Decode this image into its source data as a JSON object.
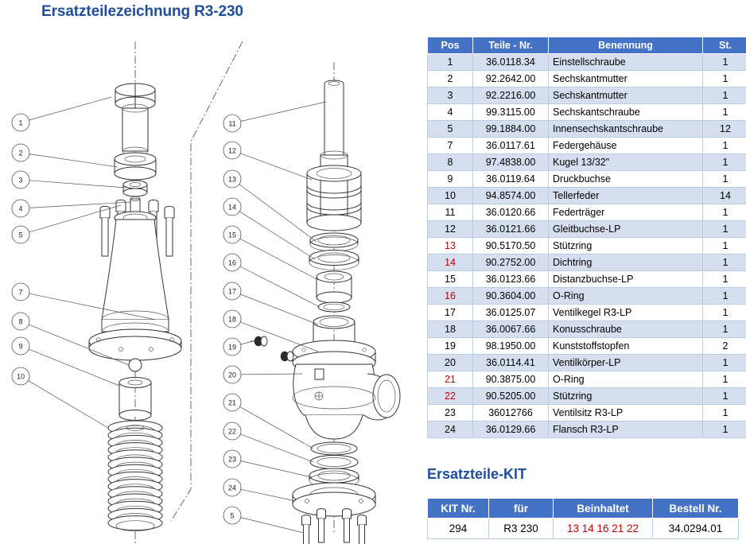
{
  "page": {
    "title": "Ersatzteilezeichnung R3-230"
  },
  "parts_table": {
    "headers": {
      "pos": "Pos",
      "teile_nr": "Teile - Nr.",
      "benennung": "Benennung",
      "stueck": "St."
    },
    "rows": [
      {
        "pos": "1",
        "teile_nr": "36.0118.34",
        "benennung": "Einstellschraube",
        "st": "1",
        "red": false
      },
      {
        "pos": "2",
        "teile_nr": "92.2642.00",
        "benennung": "Sechskantmutter",
        "st": "1",
        "red": false
      },
      {
        "pos": "3",
        "teile_nr": "92.2216.00",
        "benennung": "Sechskantmutter",
        "st": "1",
        "red": false
      },
      {
        "pos": "4",
        "teile_nr": "99.3115.00",
        "benennung": "Sechskantschraube",
        "st": "1",
        "red": false
      },
      {
        "pos": "5",
        "teile_nr": "99.1884.00",
        "benennung": "Innensechskantschraube",
        "st": "12",
        "red": false
      },
      {
        "pos": "7",
        "teile_nr": "36.0117.61",
        "benennung": "Federgehäuse",
        "st": "1",
        "red": false
      },
      {
        "pos": "8",
        "teile_nr": "97.4838.00",
        "benennung": "Kugel 13/32\"",
        "st": "1",
        "red": false
      },
      {
        "pos": "9",
        "teile_nr": "36.0119.64",
        "benennung": "Druckbuchse",
        "st": "1",
        "red": false
      },
      {
        "pos": "10",
        "teile_nr": "94.8574.00",
        "benennung": "Tellerfeder",
        "st": "14",
        "red": false
      },
      {
        "pos": "11",
        "teile_nr": "36.0120.66",
        "benennung": "Federträger",
        "st": "1",
        "red": false
      },
      {
        "pos": "12",
        "teile_nr": "36.0121.66",
        "benennung": "Gleitbuchse-LP",
        "st": "1",
        "red": false
      },
      {
        "pos": "13",
        "teile_nr": "90.5170.50",
        "benennung": "Stützring",
        "st": "1",
        "red": true
      },
      {
        "pos": "14",
        "teile_nr": "90.2752.00",
        "benennung": "Dichtring",
        "st": "1",
        "red": true
      },
      {
        "pos": "15",
        "teile_nr": "36.0123.66",
        "benennung": "Distanzbuchse-LP",
        "st": "1",
        "red": false
      },
      {
        "pos": "16",
        "teile_nr": "90.3604.00",
        "benennung": "O-Ring",
        "st": "1",
        "red": true
      },
      {
        "pos": "17",
        "teile_nr": "36.0125.07",
        "benennung": "Ventilkegel R3-LP",
        "st": "1",
        "red": false
      },
      {
        "pos": "18",
        "teile_nr": "36.0067.66",
        "benennung": "Konusschraube",
        "st": "1",
        "red": false
      },
      {
        "pos": "19",
        "teile_nr": "98.1950.00",
        "benennung": "Kunststoffstopfen",
        "st": "2",
        "red": false
      },
      {
        "pos": "20",
        "teile_nr": "36.0114.41",
        "benennung": "Ventilkörper-LP",
        "st": "1",
        "red": false
      },
      {
        "pos": "21",
        "teile_nr": "90.3875.00",
        "benennung": "O-Ring",
        "st": "1",
        "red": true
      },
      {
        "pos": "22",
        "teile_nr": "90.5205.00",
        "benennung": "Stützring",
        "st": "1",
        "red": true
      },
      {
        "pos": "23",
        "teile_nr": "36012766",
        "benennung": "Ventilsitz R3-LP",
        "st": "1",
        "red": false
      },
      {
        "pos": "24",
        "teile_nr": "36.0129.66",
        "benennung": "Flansch R3-LP",
        "st": "1",
        "red": false
      }
    ]
  },
  "kit": {
    "title": "Ersatzteile-KIT",
    "headers": {
      "kit_nr": "KIT Nr.",
      "fuer": "für",
      "beinhaltet": "Beinhaltet",
      "bestell_nr": "Bestell Nr."
    },
    "rows": [
      {
        "kit_nr": "294",
        "fuer": "R3 230",
        "beinhaltet": "13 14 16 21 22",
        "bestell_nr": "34.0294.01",
        "beinhaltet_red": true
      }
    ]
  },
  "drawing": {
    "callouts_left": [
      "1",
      "2",
      "3",
      "4",
      "5",
      "7",
      "8",
      "9",
      "10"
    ],
    "callouts_middle": [
      "11",
      "12",
      "13",
      "14",
      "15",
      "16",
      "17",
      "18",
      "19",
      "20",
      "21",
      "22",
      "23",
      "24",
      "5"
    ]
  },
  "colors": {
    "title_blue": "#1F4E9C",
    "header_blue": "#4472C4",
    "row_alt": "#D6DFF0",
    "border": "#B8CCE4",
    "red": "#C00000",
    "line": "#333333"
  }
}
